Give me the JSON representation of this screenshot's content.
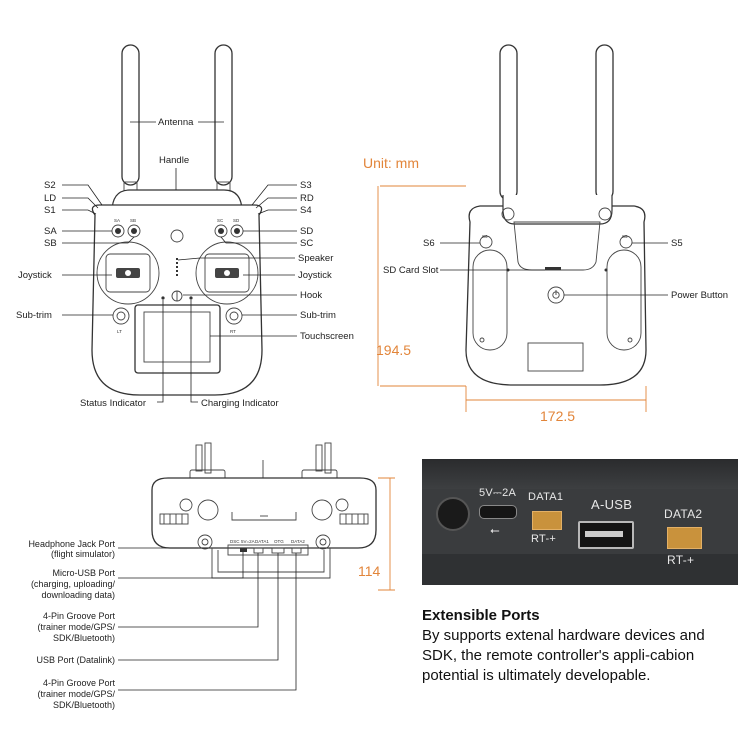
{
  "front": {
    "labels": {
      "antenna": "Antenna",
      "handle": "Handle",
      "s2": "S2",
      "ld": "LD",
      "s1": "S1",
      "sa": "SA",
      "sb": "SB",
      "s3": "S3",
      "rd": "RD",
      "s4": "S4",
      "sd": "SD",
      "sc": "SC",
      "joystick_left": "Joystick",
      "joystick_right": "Joystick",
      "speaker": "Speaker",
      "hook": "Hook",
      "subtrim_left": "Sub-trim",
      "subtrim_right": "Sub-trim",
      "touchscreen": "Touchscreen",
      "status_indicator": "Status Indicator",
      "charging_indicator": "Charging Indicator",
      "btn_sa": "SA",
      "btn_sb": "SB",
      "btn_sc": "SC",
      "btn_sd": "SD",
      "btn_lt": "LT",
      "btn_rt": "RT"
    }
  },
  "back": {
    "unit": "Unit: mm",
    "height": "194.5",
    "width": "172.5",
    "labels": {
      "s6": "S6",
      "s5": "S5",
      "sd_card_slot": "SD Card Slot",
      "power_button": "Power Button",
      "btn_s6": "S6",
      "btn_s5": "S5"
    }
  },
  "bottom": {
    "depth": "114",
    "port_tags": [
      "DSC",
      "5V=2A",
      "DATA1",
      "OTG",
      "DATA2"
    ],
    "ports": [
      {
        "line1": "Headphone Jack Port",
        "line2": "(flight simulator)"
      },
      {
        "line1": "Micro-USB Port",
        "line2": "(charging, uploading/",
        "line3": "downloading data)"
      },
      {
        "line1": "4-Pin Groove Port",
        "line2": "(trainer mode/GPS/",
        "line3": "SDK/Bluetooth)"
      },
      {
        "line1": "USB Port (Datalink)"
      },
      {
        "line1": "4-Pin Groove Port",
        "line2": "(trainer mode/GPS/",
        "line3": "SDK/Bluetooth)"
      }
    ]
  },
  "photo": {
    "power_label": "5V⎓2A",
    "data1": "DATA1",
    "data1_sub": "RT-+",
    "ausb": "A-USB",
    "data2": "DATA2",
    "data2_sub": "RT-+"
  },
  "ports_text": {
    "title": "Extensible Ports",
    "body": "By supports extenal hardware devices and SDK, the remote controller's appli-cabion potential is ultimately developable."
  }
}
